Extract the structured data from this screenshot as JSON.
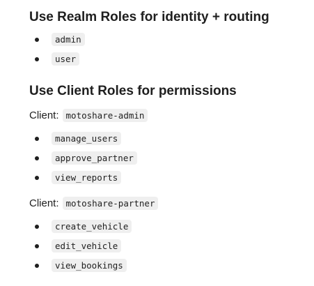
{
  "realm_section": {
    "heading": "Use Realm Roles for identity + routing",
    "roles": [
      "admin",
      "user"
    ]
  },
  "client_section": {
    "heading": "Use Client Roles for permissions",
    "clients": [
      {
        "label": "Client:",
        "name": "motoshare-admin",
        "roles": [
          "manage_users",
          "approve_partner",
          "view_reports"
        ]
      },
      {
        "label": "Client:",
        "name": "motoshare-partner",
        "roles": [
          "create_vehicle",
          "edit_vehicle",
          "view_bookings"
        ]
      }
    ]
  }
}
